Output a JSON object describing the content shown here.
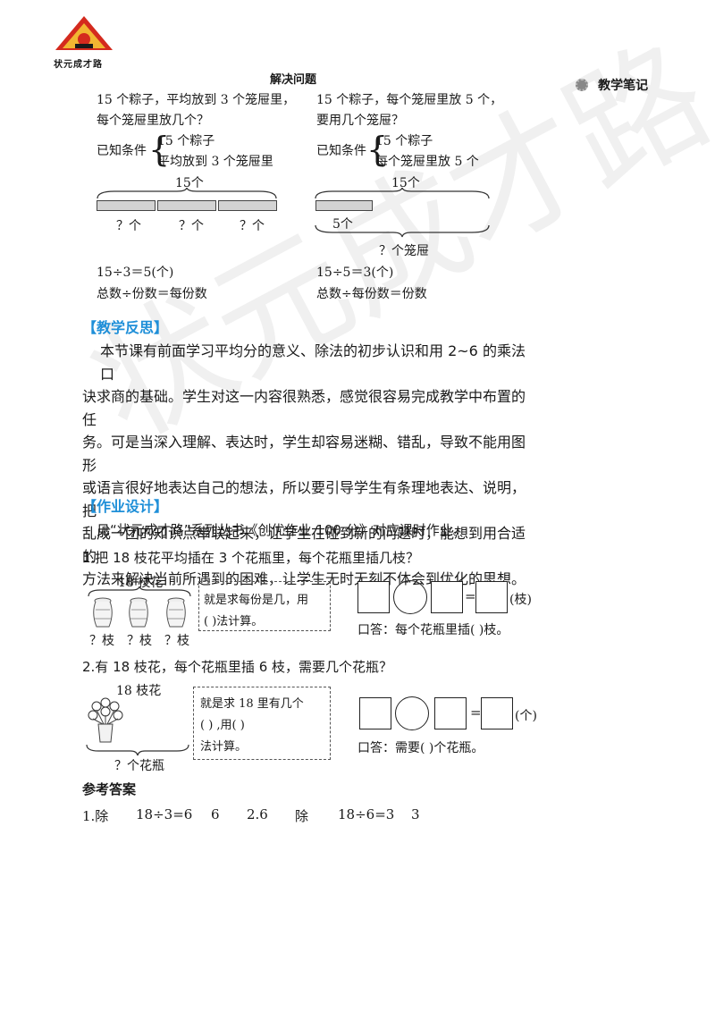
{
  "logo": {
    "text": "状元成才路"
  },
  "watermark": "状元成才路",
  "header": {
    "title": "解决问题",
    "notes_label": "教学笔记"
  },
  "problems": {
    "left": {
      "q1": "15 个粽子，平均放到 3 个笼屉里，",
      "q2": "每个笼屉里放几个？",
      "known_label": "已知条件",
      "c1": "15 个粽子",
      "c2": "平均放到 3 个笼屉里",
      "total": "15个",
      "parts": [
        "？个",
        "？个",
        "？个"
      ],
      "eq": "15÷3＝5(个)",
      "rel": "总数÷份数＝每份数"
    },
    "right": {
      "q1": "15 个粽子，每个笼屉里放 5 个，",
      "q2": "要用几个笼屉？",
      "known_label": "已知条件",
      "c1": "15 个粽子",
      "c2": "每个笼屉里放 5 个",
      "total": "15个",
      "part": "5个",
      "unknown": "？个笼屉",
      "eq": "15÷5＝3(个)",
      "rel": "总数÷每份数＝份数"
    }
  },
  "reflection": {
    "heading": "【教学反思】",
    "lines": [
      "本节课有前面学习平均分的意义、除法的初步认识和用 2~6 的乘法口",
      "诀求商的基础。学生对这一内容很熟悉，感觉很容易完成教学中布置的任",
      "务。可是当深入理解、表达时，学生却容易迷糊、错乱，导致不能用图形",
      "或语言很好地表达自己的想法，所以要引导学生有条理地表达、说明，把",
      "乱成一团的知识点串联起来，让学生在碰到新的问题时，能想到用合适的",
      "方法来解决当前所遇到的困难，让学生无时无刻不体会到优化的思想。"
    ]
  },
  "homework": {
    "heading": "【作业设计】",
    "intro": "见“状元成才路”系列丛书《创优作业 100 分》对应课时作业。",
    "ex1": {
      "question": "1.把 18 枝花平均插在 3 个花瓶里，每个花瓶里插几枝？",
      "total": "18 枝花",
      "vase_labels": [
        "？枝",
        "？枝",
        "？枝"
      ],
      "hint1": "就是求每份是几，用",
      "hint2": "(        )法计算。",
      "unit": "(枝)",
      "answer": "口答：每个花瓶里插(          )枝。"
    },
    "ex2": {
      "question": "2.有 18 枝花，每个花瓶里插 6 枝，需要几个花瓶？",
      "total": "18 枝花",
      "bottom": "？个花瓶",
      "hint1": "就是求 18 里有几个",
      "hint2": "(        ) ,用(        )",
      "hint3": "法计算。",
      "unit": "(个)",
      "answer": "口答：需要(          )个花瓶。"
    }
  },
  "answers": {
    "heading": "参考答案",
    "items": [
      "1.除",
      "18÷3=6",
      "6",
      "2.6",
      "除",
      "18÷6=3",
      "3"
    ]
  }
}
